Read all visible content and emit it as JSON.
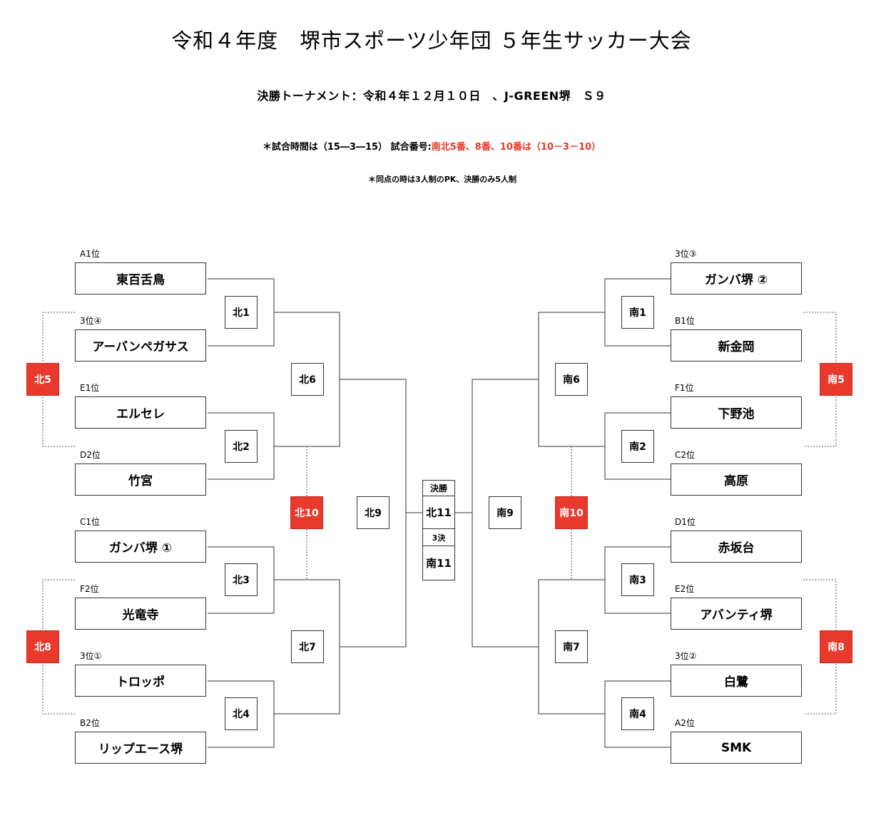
{
  "header": {
    "title": "令和４年度　堺市スポーツ少年団 ５年生サッカー大会",
    "subtitle": "決勝トーナメント：令和４年１２月１０日　、J-GREEN堺　Ｓ９",
    "note1_prefix": "＊試合時間は（15―3―15）  試合番号:",
    "note1_red": "南北5番、8番、10番は（10－3－10）",
    "note2": "＊同点の時は3人制のPK、決勝のみ5人制"
  },
  "north": {
    "teams": [
      {
        "seed": "A1位",
        "name": "東百舌鳥"
      },
      {
        "seed": "3位④",
        "name": "アーバンペガサス"
      },
      {
        "seed": "E1位",
        "name": "エルセレ"
      },
      {
        "seed": "D2位",
        "name": "竹宮"
      },
      {
        "seed": "C1位",
        "name": "ガンバ堺 ①"
      },
      {
        "seed": "F2位",
        "name": "光竜寺"
      },
      {
        "seed": "3位①",
        "name": "トロッポ"
      },
      {
        "seed": "B2位",
        "name": "リップエース堺"
      }
    ],
    "matches": {
      "m1": "北1",
      "m2": "北2",
      "m3": "北3",
      "m4": "北4",
      "m5": "北5",
      "m6": "北6",
      "m7": "北7",
      "m8": "北8",
      "m9": "北9",
      "m10": "北10"
    }
  },
  "south": {
    "teams": [
      {
        "seed": "3位③",
        "name": "ガンバ堺 ②"
      },
      {
        "seed": "B1位",
        "name": "新金岡"
      },
      {
        "seed": "F1位",
        "name": "下野池"
      },
      {
        "seed": "C2位",
        "name": "高原"
      },
      {
        "seed": "D1位",
        "name": "赤坂台"
      },
      {
        "seed": "E2位",
        "name": "アバンティ堺"
      },
      {
        "seed": "3位②",
        "name": "白鷺"
      },
      {
        "seed": "A2位",
        "name": "SMK"
      }
    ],
    "matches": {
      "m1": "南1",
      "m2": "南2",
      "m3": "南3",
      "m4": "南4",
      "m5": "南5",
      "m6": "南6",
      "m7": "南7",
      "m8": "南8",
      "m9": "南9",
      "m10": "南10"
    }
  },
  "center": {
    "final_label": "決勝",
    "final_match": "北11",
    "third_label": "3決",
    "third_match": "南11"
  },
  "colors": {
    "accent": "#e8392c",
    "line": "#333333"
  }
}
